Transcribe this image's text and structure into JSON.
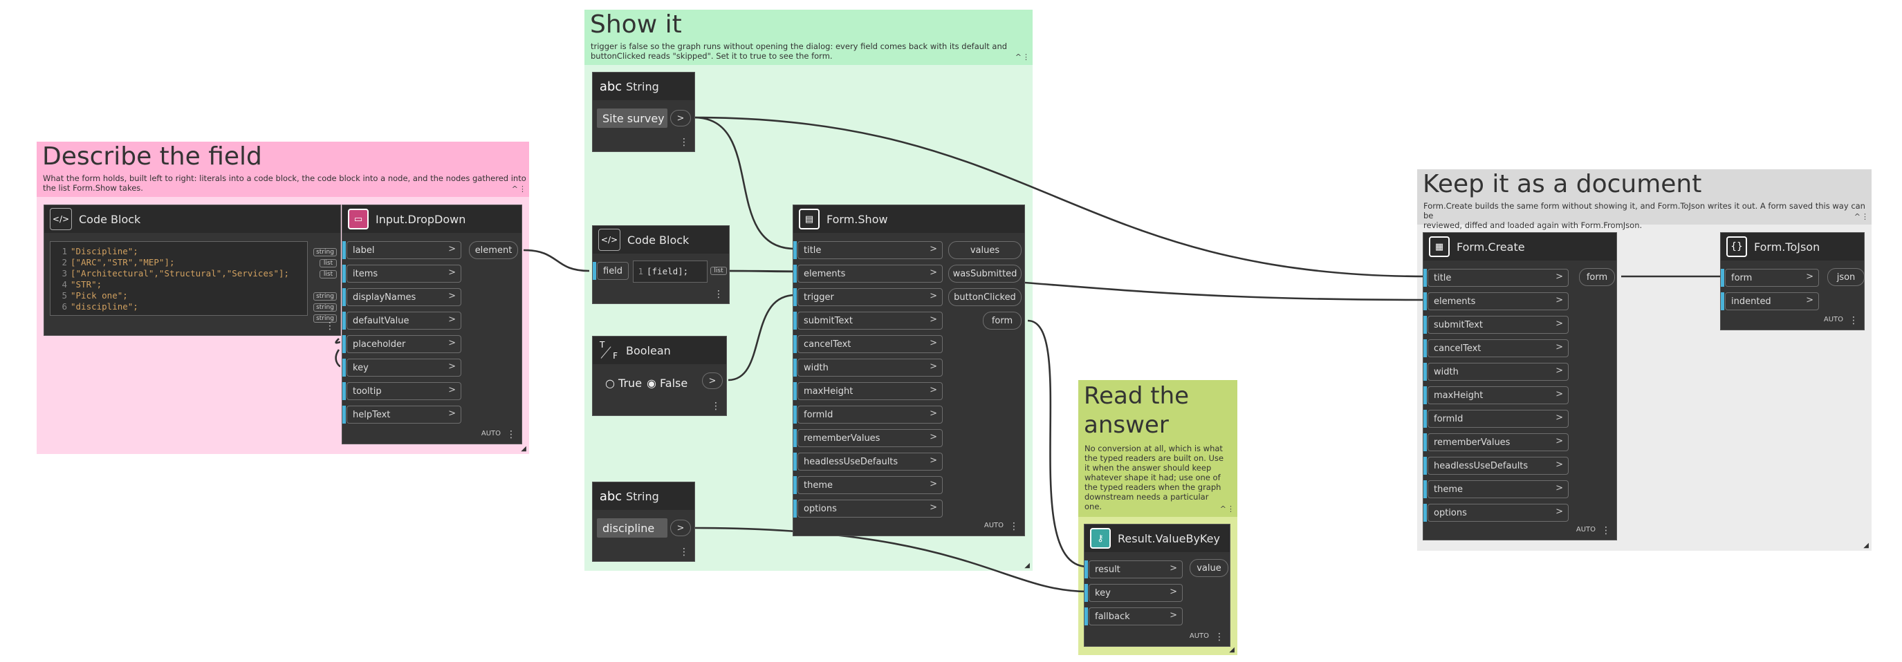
{
  "groups": {
    "describe": {
      "title": "Describe the field",
      "desc": [
        "What the form holds, built left to right: literals into a code block, the code block into a node, and the nodes gathered into",
        "the list Form.Show takes."
      ]
    },
    "show": {
      "title": "Show it",
      "desc": [
        "trigger is false so the graph runs without opening the dialog: every field comes back with its default and",
        "buttonClicked reads \"skipped\". Set it to true to see the form."
      ]
    },
    "read": {
      "title": [
        "Read the",
        "answer"
      ],
      "desc": [
        "No conversion at all, which is what",
        "the typed readers are built on. Use",
        "it when the answer should keep",
        "whatever shape it had; use one of",
        "the typed readers when the graph",
        "downstream needs a particular",
        "one."
      ]
    },
    "keep": {
      "title": "Keep it as a document",
      "desc": [
        "Form.Create builds the same form without showing it, and Form.ToJson writes it out. A form saved this way can be",
        "reviewed, diffed and loaded again with Form.FromJson."
      ]
    }
  },
  "common": {
    "auto": "AUTO",
    "arrow": ">",
    "collapse": "^",
    "menu": "⋮",
    "resize": "◢"
  },
  "nodes": {
    "codeblock1": {
      "title": "Code Block",
      "icon": "</>",
      "lines": [
        {
          "n": "1",
          "code": "\"Discipline\";"
        },
        {
          "n": "2",
          "code": "[\"ARC\",\"STR\",\"MEP\"];"
        },
        {
          "n": "3",
          "code": "[\"Architectural\",\"Structural\",\"Services\"];"
        },
        {
          "n": "4",
          "code": "\"STR\";"
        },
        {
          "n": "5",
          "code": "\"Pick one\";"
        },
        {
          "n": "6",
          "code": "\"discipline\";"
        }
      ],
      "tags": [
        "string",
        "list",
        "list",
        "string",
        "string",
        "string"
      ]
    },
    "dropdown": {
      "title": "Input.DropDown",
      "inputs": [
        "label",
        "items",
        "displayNames",
        "defaultValue",
        "placeholder",
        "key",
        "tooltip",
        "helpText"
      ],
      "output": "element"
    },
    "string1": {
      "title": "String",
      "icon": "abc",
      "value": "Site survey"
    },
    "codeblock2": {
      "title": "Code Block",
      "icon": "</>",
      "input": "field",
      "line_no": "1",
      "code": "[field];",
      "tag": "list"
    },
    "boolean": {
      "title": "Boolean",
      "icon_top": "T",
      "icon_bottom": "F",
      "opt_true": "True",
      "opt_false": "False",
      "selected": "False"
    },
    "string2": {
      "title": "String",
      "icon": "abc",
      "value": "discipline"
    },
    "formshow": {
      "title": "Form.Show",
      "inputs": [
        "title",
        "elements",
        "trigger",
        "submitText",
        "cancelText",
        "width",
        "maxHeight",
        "formId",
        "rememberValues",
        "headlessUseDefaults",
        "theme",
        "options"
      ],
      "outputs": [
        "values",
        "wasSubmitted",
        "buttonClicked",
        "form"
      ]
    },
    "result": {
      "title": "Result.ValueByKey",
      "inputs": [
        "result",
        "key",
        "fallback"
      ],
      "output": "value"
    },
    "formcreate": {
      "title": "Form.Create",
      "inputs": [
        "title",
        "elements",
        "submitText",
        "cancelText",
        "width",
        "maxHeight",
        "formId",
        "rememberValues",
        "headlessUseDefaults",
        "theme",
        "options"
      ],
      "output": "form"
    },
    "tojson": {
      "title": "Form.ToJson",
      "inputs": [
        "form",
        "indented"
      ],
      "output": "json"
    }
  },
  "colors": {
    "group_describe": "#ffd6ea",
    "group_describe_header": "#ffb3d6",
    "group_show": "#dcf7e3",
    "group_show_header": "#b9f2c9",
    "group_read": "#dcea9c",
    "group_read_header": "#c2d976",
    "group_keep": "#ececec",
    "group_keep_header": "#d9d9d9",
    "node_body": "#353535",
    "port_marker": "#4ab3d9",
    "wire": "#333333"
  }
}
